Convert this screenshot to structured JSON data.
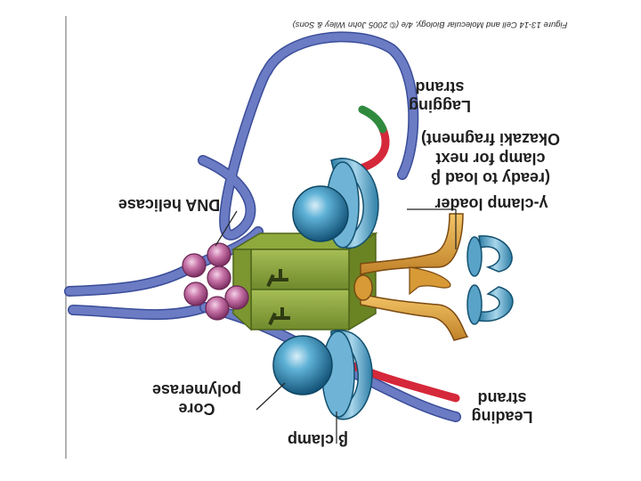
{
  "figure": {
    "caption": "Figure 13-14  Cell and Molecular Biology, 4/e (© 2005 John Wiley & Sons)",
    "labels": {
      "lagging_strand": [
        "Lagging",
        "strand"
      ],
      "okazaki": [
        "(ready to load β",
        "clamp for next",
        "Okazaki fragment)"
      ],
      "clamp_loader": "γ-clamp loader",
      "dna_helicase": "DNA helicase",
      "core_polymerase": [
        "Core",
        "polymerase"
      ],
      "leading_strand": [
        "Leading",
        "strand"
      ],
      "beta_clamp": "β clamp"
    },
    "colors": {
      "dna_strand": "#6b7cc4",
      "rna_primer_red": "#d5283a",
      "rna_primer_green": "#2f8a3e",
      "polymerase_core": "#2e7fa6",
      "clamp_ring": "#5aa3c8",
      "clamp_loader": "#e0a23a",
      "helicase": "#c86fa6",
      "tau_box": "#8aa23c"
    }
  }
}
